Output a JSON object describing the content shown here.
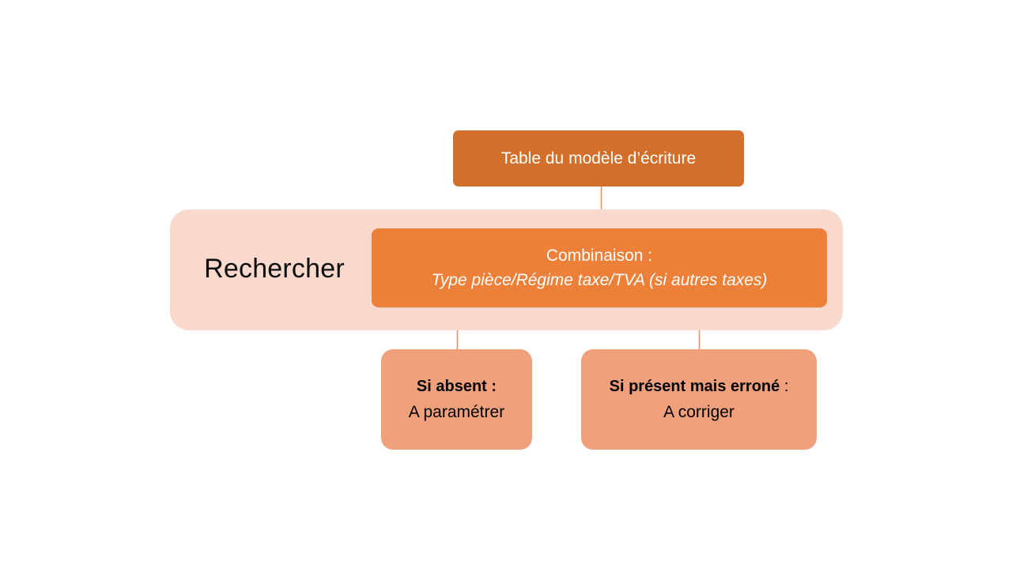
{
  "diagram": {
    "title_node": {
      "label": "Table  du modèle d’écriture"
    },
    "group": {
      "label": "Rechercher"
    },
    "combination_node": {
      "line_1": "Combinaison :",
      "line_2": "Type pièce/Régime taxe/TVA (si autres taxes)"
    },
    "outcomes": [
      {
        "title": "Si absent :",
        "title_suffix": "",
        "body": "A paramétrer"
      },
      {
        "title": "Si présent mais erroné",
        "title_suffix": " :",
        "body": "A corriger"
      }
    ],
    "colors": {
      "background": "#ffffff",
      "top_node": "#d2702b",
      "combination_node": "#ed8039",
      "group_panel": "#f8d9cc",
      "outcome_node": "#f0a17c",
      "connector": "#e8906a",
      "text_light": "#ffffff",
      "text_dark": "#000000"
    }
  }
}
